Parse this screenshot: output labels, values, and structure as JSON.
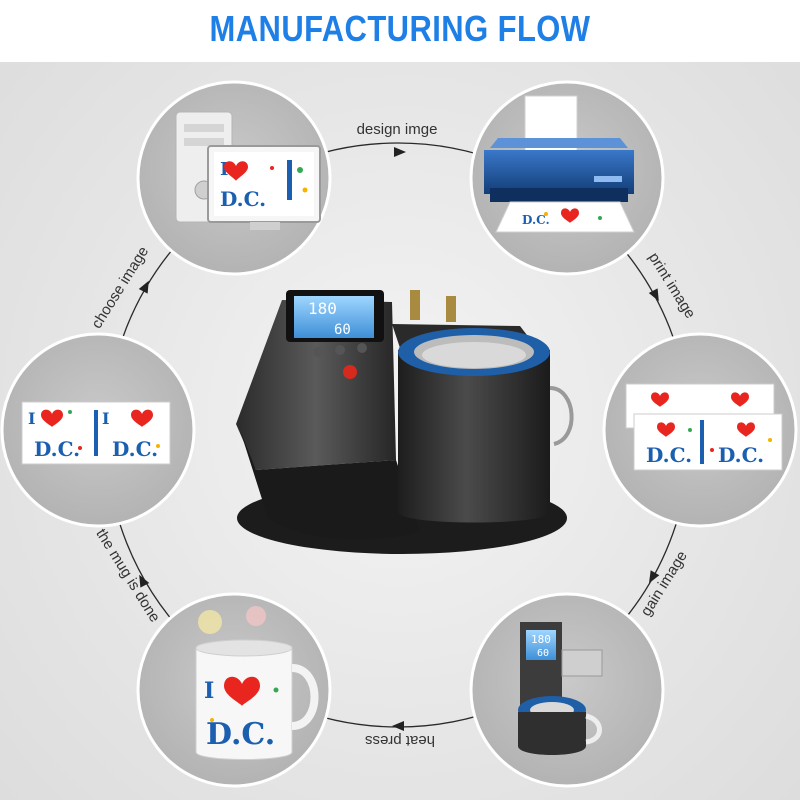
{
  "header": {
    "title": "MANUFACTURING FLOW",
    "title_color": "#1e7fe6"
  },
  "steps": [
    {
      "label": "design imge"
    },
    {
      "label": "print image"
    },
    {
      "label": "gain image"
    },
    {
      "label": "heat press"
    },
    {
      "label": "the mug is done"
    },
    {
      "label": "choose image"
    }
  ],
  "artwork": {
    "heart_line": "I",
    "text": "D.C."
  },
  "machine": {
    "display_temperature": "180",
    "display_time": "60"
  },
  "icons": [
    "computer-icon",
    "printer-icon",
    "transfer-paper-icon",
    "mini-press-icon",
    "mug-icon",
    "design-sheet-icon",
    "heart-icon",
    "arrow-icon"
  ],
  "colors": {
    "circle_fill": "#bdbdbd",
    "arrow": "#222222",
    "heart": "#e8261f",
    "dc_text": "#1b5fb0",
    "heat_band": "#1e5fa8"
  }
}
